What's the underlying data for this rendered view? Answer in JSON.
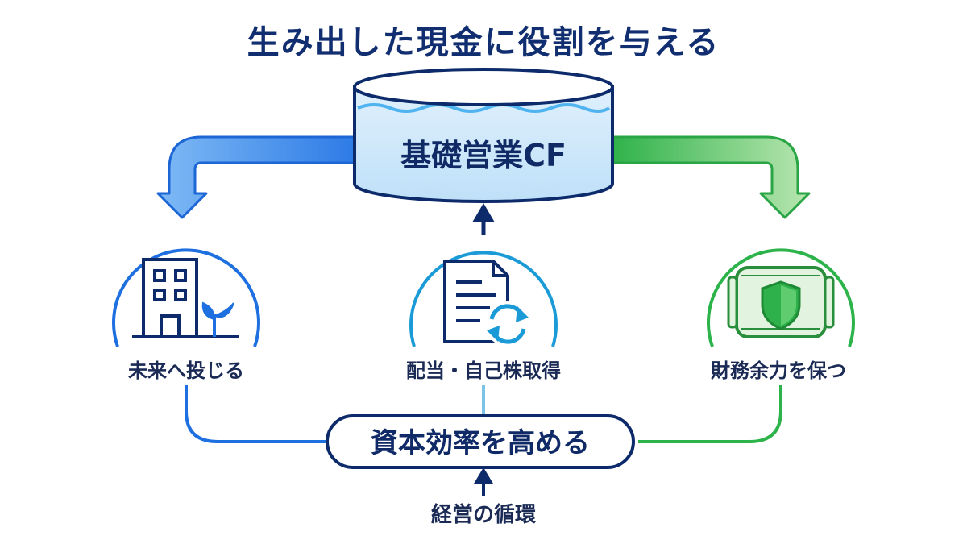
{
  "title": "生み出した現金に役割を与える",
  "center": {
    "label": "基礎営業CF"
  },
  "nodes": [
    {
      "id": "left",
      "label": "未来へ投じる",
      "icon": "building-sprout-icon",
      "color": "#1e6fe0"
    },
    {
      "id": "middle",
      "label": "配当・自己株取得",
      "icon": "document-cycle-icon",
      "color": "#1a9ad6"
    },
    {
      "id": "right",
      "label": "財務余力を保つ",
      "icon": "safe-shield-icon",
      "color": "#2cb34a"
    }
  ],
  "pill": {
    "label": "資本効率を高める"
  },
  "footer": {
    "label": "経営の循環"
  },
  "colors": {
    "navy": "#0d2a6b",
    "blue": "#1e6fe0",
    "green": "#2cb34a",
    "water": "#cfe8fb"
  }
}
